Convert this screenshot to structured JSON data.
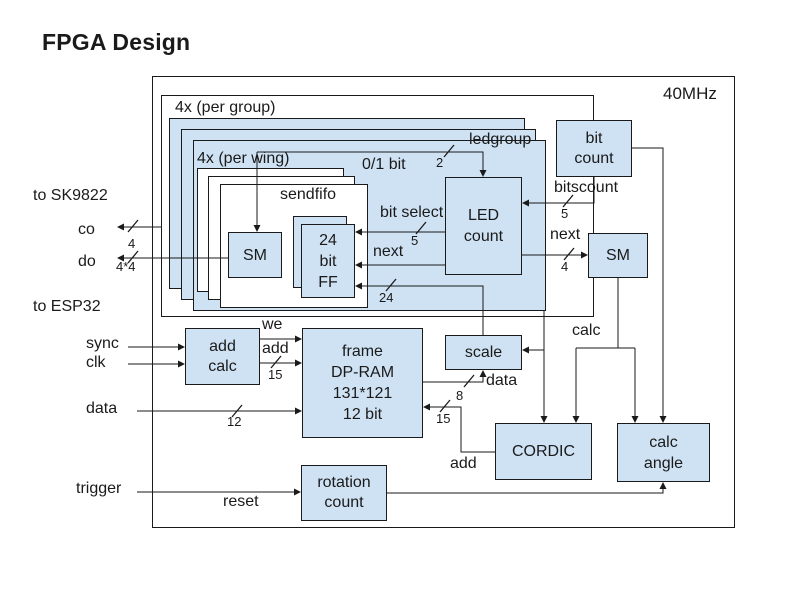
{
  "title": "FPGA Design",
  "clock_label": "40MHz",
  "groups": {
    "per_group": "4x (per group)",
    "per_wing": "4x (per wing)",
    "sendfifo": "sendfifo"
  },
  "blocks": {
    "bit_count": {
      "lines": [
        "bit",
        "count"
      ]
    },
    "led_count": {
      "lines": [
        "LED",
        "count"
      ]
    },
    "sm_wing": {
      "lines": [
        "SM"
      ]
    },
    "ff24": {
      "lines": [
        "24",
        "bit",
        "FF"
      ]
    },
    "sm_out": {
      "lines": [
        "SM"
      ]
    },
    "add_calc": {
      "lines": [
        "add",
        "calc"
      ]
    },
    "dp_ram": {
      "lines": [
        "frame",
        "DP-RAM",
        "131*121",
        "12 bit"
      ]
    },
    "scale": {
      "lines": [
        "scale"
      ]
    },
    "cordic": {
      "lines": [
        "CORDIC"
      ]
    },
    "calc_angle": {
      "lines": [
        "calc",
        "angle"
      ]
    },
    "rotation_count": {
      "lines": [
        "rotation",
        "count"
      ]
    }
  },
  "ports": {
    "to_sk9822": "to SK9822",
    "co": "co",
    "do": "do",
    "to_esp32": "to ESP32",
    "sync": "sync",
    "clk": "clk",
    "data": "data",
    "trigger": "trigger"
  },
  "signals": {
    "ledgroup": "ledgroup",
    "bit01": "0/1 bit",
    "bit_select": "bit select",
    "next_wing": "next",
    "bitscount": "bitscount",
    "next_out": "next",
    "calc": "calc",
    "we": "we",
    "add_write": "add",
    "data_scale": "data",
    "add_read": "add",
    "reset": "reset"
  },
  "bus_widths": {
    "co": "4",
    "do": "4*4",
    "data_in": "12",
    "add_write": "15",
    "ledgroup": "2",
    "bit_select": "5",
    "ff_data": "24",
    "bitscount": "5",
    "next_out": "4",
    "data_scale": "8",
    "add_read": "15"
  },
  "colors": {
    "block_fill": "#cfe2f3",
    "stroke": "#1a1a1a",
    "background": "#ffffff"
  }
}
